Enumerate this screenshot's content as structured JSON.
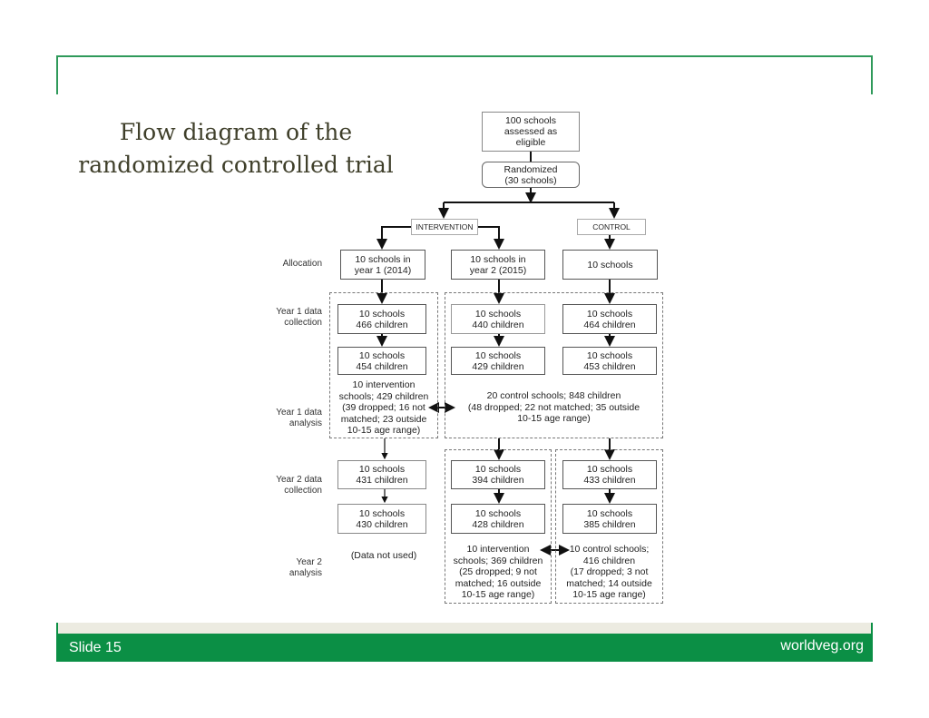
{
  "slide": {
    "title": "Flow diagram of the randomized controlled trial",
    "slide_number": "Slide 15",
    "website": "worldveg.org",
    "colors": {
      "accent_green": "#0b8f45",
      "frame_green": "#2f9a5a",
      "band": "#ecebe1",
      "title_text": "#3f3f2a"
    }
  },
  "diagram": {
    "eligible": "100 schools\nassessed as\neligible",
    "randomized": "Randomized\n(30 schools)",
    "arms": {
      "intervention": "INTERVENTION",
      "control": "CONTROL"
    },
    "row_labels": {
      "allocation": "Allocation",
      "year1_collection": "Year 1 data\ncollection",
      "year1_analysis": "Year 1 data\nanalysis",
      "year2_collection": "Year 2 data\ncollection",
      "year2_analysis": "Year 2\nanalysis"
    },
    "allocation": [
      "10 schools in\nyear 1 (2014)",
      "10 schools in\nyear 2 (2015)",
      "10 schools"
    ],
    "year1_collection_top": [
      "10 schools\n466 children",
      "10 schools\n440 children",
      "10 schools\n464 children"
    ],
    "year1_collection_bottom": [
      "10 schools\n454 children",
      "10 schools\n429 children",
      "10 schools\n453 children"
    ],
    "year1_analysis": {
      "intervention": "10 intervention\nschools; 429 children\n(39 dropped; 16 not\nmatched; 23 outside\n10-15 age range)",
      "control": "20 control schools; 848 children\n(48 dropped; 22 not matched; 35 outside\n10-15 age range)"
    },
    "year2_collection_top": [
      "10 schools\n431 children",
      "10 schools\n394 children",
      "10 schools\n433 children"
    ],
    "year2_collection_bottom": [
      "10 schools\n430 children",
      "10 schools\n428 children",
      "10 schools\n385 children"
    ],
    "year2_analysis": {
      "not_used": "(Data not used)",
      "intervention": "10 intervention\nschools; 369 children\n(25 dropped; 9 not\nmatched; 16 outside\n10-15 age range)",
      "control": "10 control schools;\n416 children\n(17 dropped; 3 not\nmatched; 14 outside\n10-15 age range)"
    }
  }
}
